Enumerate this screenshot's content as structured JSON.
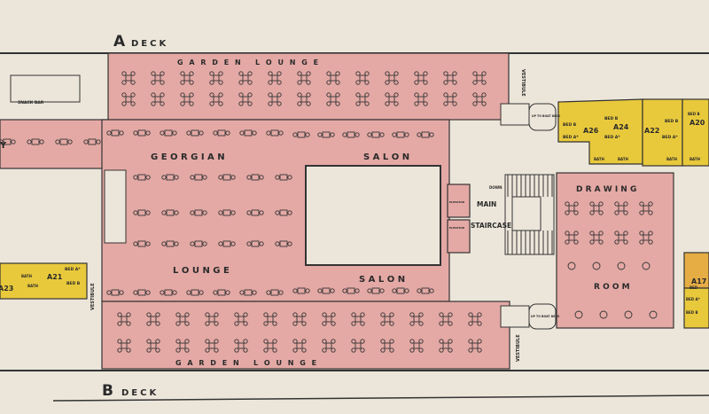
{
  "plan": {
    "deck_top": {
      "letter": "A",
      "word": "DECK"
    },
    "deck_bottom": {
      "letter": "B",
      "word": "DECK"
    },
    "rooms": {
      "garden_lounge_top": "G A R D E N   L O U N G E",
      "garden_lounge_bottom": "G A R D E N   L O U N G E",
      "georgian": "G E O R G I A N",
      "lounge": "L O U N G E",
      "salon_top": "S A L O N",
      "salon_bottom": "S A L O N",
      "main": "MAIN",
      "staircase": "STAIRCASE",
      "elevator_1": "ELEVATOR",
      "elevator_2": "ELEVATOR",
      "down": "DOWN",
      "drawing": "D R A W I N G",
      "room": "R O O M",
      "snack_bar": "SNACK BAR",
      "left_fragment": "Y",
      "vestibule_top": "VESTIBULE",
      "vestibule_bottom_left": "VESTIBULE",
      "vestibule_bottom_right": "VESTIBULE",
      "up_boat_deck_top": "UP TO BOAT DECK",
      "up_boat_deck_bottom": "UP TO BOAT DECK"
    },
    "cabins": {
      "a26": {
        "name": "A26",
        "bed1": "BED B",
        "bed2": "BED A*",
        "bath": "BATH"
      },
      "a24": {
        "name": "A24",
        "bed1": "BED B",
        "bed2": "BED A*",
        "bath": "BATH"
      },
      "a22": {
        "name": "A22",
        "bed1": "BED B",
        "bed2": "BED A*",
        "bath": "BATH"
      },
      "a20": {
        "name": "A20",
        "bed1": "BED B",
        "bath": "BATH"
      },
      "a21": {
        "name": "A21",
        "bed1": "BED A*",
        "bed2": "BED B",
        "bath": "BATH"
      },
      "a23": {
        "name": "A23",
        "bath": "BATH"
      },
      "a17": {
        "name": "A17",
        "bed1": "BED",
        "bed2": "BED A*",
        "bed3": "BED B"
      }
    },
    "colors": {
      "paper": "#ece6da",
      "lounge_pink": "#e4a9a5",
      "cabin_yellow": "#e9c93c",
      "cabin_orange": "#e6ad45",
      "ink": "#2a2a2a"
    }
  }
}
